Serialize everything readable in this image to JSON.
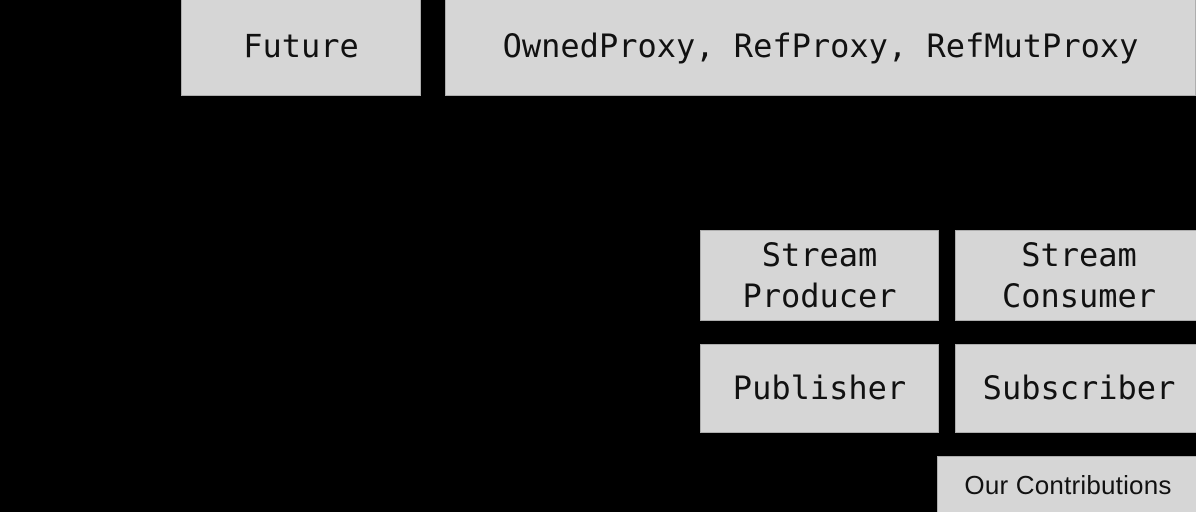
{
  "diagram": {
    "background_color": "#000000",
    "node_fill_color": "#d6d6d6",
    "node_border_color": "#aeaeae",
    "node_text_color": "#111111",
    "nodes": [
      {
        "id": "future",
        "label": "Future"
      },
      {
        "id": "proxies",
        "label": "OwnedProxy, RefProxy, RefMutProxy"
      },
      {
        "id": "stream_producer",
        "label": "Stream\nProducer"
      },
      {
        "id": "stream_consumer",
        "label": "Stream\nConsumer"
      },
      {
        "id": "publisher",
        "label": "Publisher"
      },
      {
        "id": "subscriber",
        "label": "Subscriber"
      }
    ],
    "legend": {
      "label": "Our Contributions"
    }
  }
}
